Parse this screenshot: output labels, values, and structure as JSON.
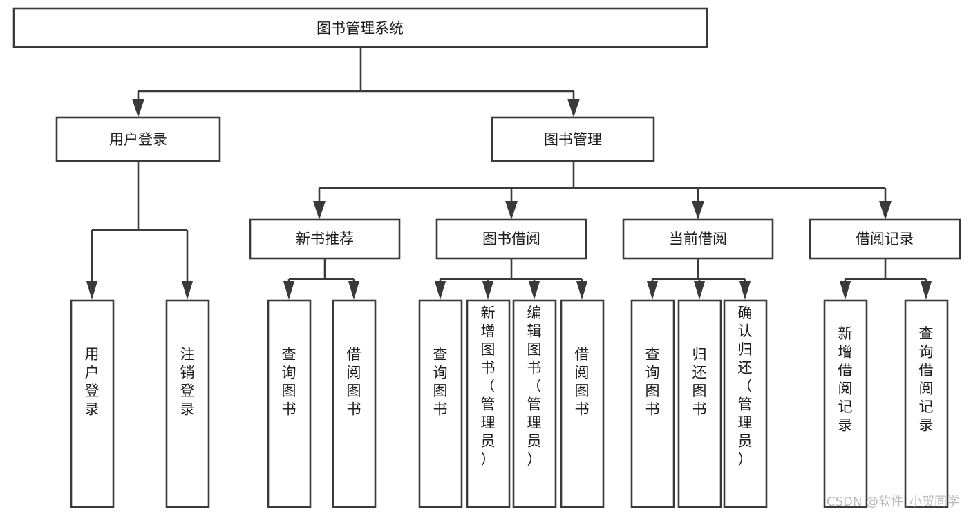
{
  "diagram": {
    "title": "图书管理系统",
    "type": "tree-hierarchy-function-chart",
    "root": {
      "id": "root",
      "label": "图书管理系统",
      "orientation": "horizontal"
    },
    "level2": [
      {
        "id": "user-login",
        "label": "用户登录",
        "orientation": "horizontal"
      },
      {
        "id": "book-manage",
        "label": "图书管理",
        "orientation": "horizontal"
      }
    ],
    "level3": [
      {
        "id": "new-book-rec",
        "label": "新书推荐",
        "parent": "book-manage",
        "orientation": "horizontal"
      },
      {
        "id": "book-borrow",
        "label": "图书借阅",
        "parent": "book-manage",
        "orientation": "horizontal"
      },
      {
        "id": "current-borrow",
        "label": "当前借阅",
        "parent": "book-manage",
        "orientation": "horizontal"
      },
      {
        "id": "borrow-record",
        "label": "借阅记录",
        "parent": "book-manage",
        "orientation": "horizontal"
      }
    ],
    "leaves": [
      {
        "id": "leaf-user-login",
        "label": "用户登录",
        "parent": "user-login",
        "orientation": "vertical"
      },
      {
        "id": "leaf-user-logout",
        "label": "注销登录",
        "parent": "user-login",
        "orientation": "vertical"
      },
      {
        "id": "leaf-query-book-1",
        "label": "查询图书",
        "parent": "new-book-rec",
        "orientation": "vertical"
      },
      {
        "id": "leaf-borrow-book-1",
        "label": "借阅图书",
        "parent": "new-book-rec",
        "orientation": "vertical"
      },
      {
        "id": "leaf-query-book-2",
        "label": "查询图书",
        "parent": "book-borrow",
        "orientation": "vertical"
      },
      {
        "id": "leaf-add-book",
        "label": "新增图书（管理员）",
        "parent": "book-borrow",
        "orientation": "vertical"
      },
      {
        "id": "leaf-edit-book",
        "label": "编辑图书（管理员）",
        "parent": "book-borrow",
        "orientation": "vertical"
      },
      {
        "id": "leaf-borrow-book-2",
        "label": "借阅图书",
        "parent": "book-borrow",
        "orientation": "vertical"
      },
      {
        "id": "leaf-query-book-3",
        "label": "查询图书",
        "parent": "current-borrow",
        "orientation": "vertical"
      },
      {
        "id": "leaf-return-book",
        "label": "归还图书",
        "parent": "current-borrow",
        "orientation": "vertical"
      },
      {
        "id": "leaf-confirm-return",
        "label": "确认归还（管理员）",
        "parent": "current-borrow",
        "orientation": "vertical"
      },
      {
        "id": "leaf-add-record",
        "label": "新增借阅记录",
        "parent": "borrow-record",
        "orientation": "vertical"
      },
      {
        "id": "leaf-query-record",
        "label": "查询借阅记录",
        "parent": "borrow-record",
        "orientation": "vertical"
      }
    ],
    "watermark": "CSDN @软件_小贺同学",
    "colors": {
      "stroke": "#3a3a3a",
      "fill": "#ffffff",
      "text": "#1d1d1d",
      "watermark": "#b9b9b9",
      "background": "#ffffff"
    }
  }
}
